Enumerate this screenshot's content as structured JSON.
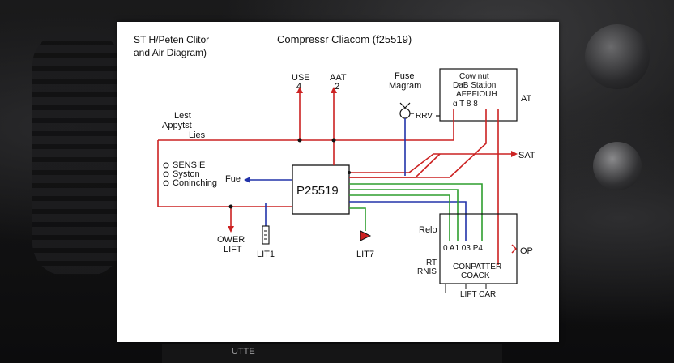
{
  "diagram": {
    "subtitle_line1": "ST H/Peten Clitor",
    "subtitle_line2": "and Air Diagram)",
    "title": "Compressr Cliacom (f25519)",
    "center_box": "P25519",
    "top_labels": {
      "use": "USE",
      "use_num": "4",
      "aat": "AAT",
      "aat_num": "2",
      "fuse_line1": "Fuse",
      "fuse_line2": "Magram",
      "rrv": "RRV"
    },
    "right_module": {
      "line1": "Cow nut",
      "line2": "DaB Station",
      "line3": "AFPFIOUH",
      "pins": "ɑ   T   8   8",
      "at": "AT",
      "sat": "SAT"
    },
    "left_labels": {
      "lest": "Lest",
      "apptst": "Appytst",
      "lies": "Lies",
      "sensle": "SENSIE",
      "syston": "Syston",
      "coninching": "Coninching",
      "fue": "Fue"
    },
    "bottom_left": {
      "ower": "OWER",
      "lift": "LIFT",
      "lit1": "LIT1",
      "lit7": "LIT7"
    },
    "connector": {
      "relo": "Relo",
      "pins": "0   A1   03   P4",
      "op": "OP",
      "rt": "RT",
      "rnis": "RNIS",
      "name_line1": "CONPATTER",
      "name_line2": "COACK",
      "lift_car": "LIFT  CAR"
    },
    "background_text": "UTTE",
    "colors": {
      "red": "#cc2222",
      "green": "#2e9e2e",
      "blue": "#2233aa",
      "black": "#111111"
    }
  }
}
